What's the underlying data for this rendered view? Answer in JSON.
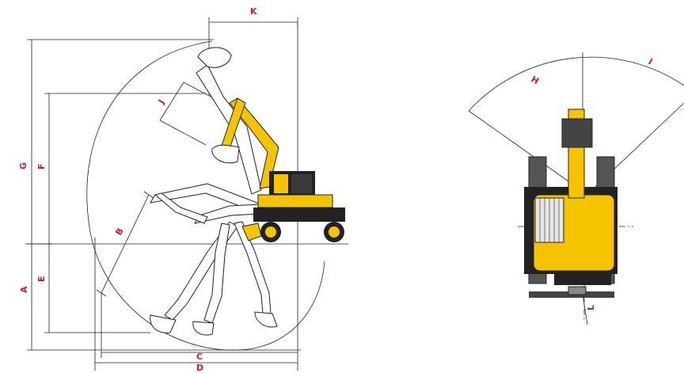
{
  "diagram": {
    "colors": {
      "label": "#d4145a",
      "machine": "#f5c400",
      "line": "#222222"
    },
    "side_view": {
      "labels": {
        "A": "A",
        "B": "B",
        "C": "C",
        "D": "D",
        "E": "E",
        "F": "F",
        "G": "G",
        "J": "J",
        "K": "K"
      }
    },
    "top_view": {
      "labels": {
        "H": "H",
        "I": "I",
        "L": "L"
      }
    }
  }
}
